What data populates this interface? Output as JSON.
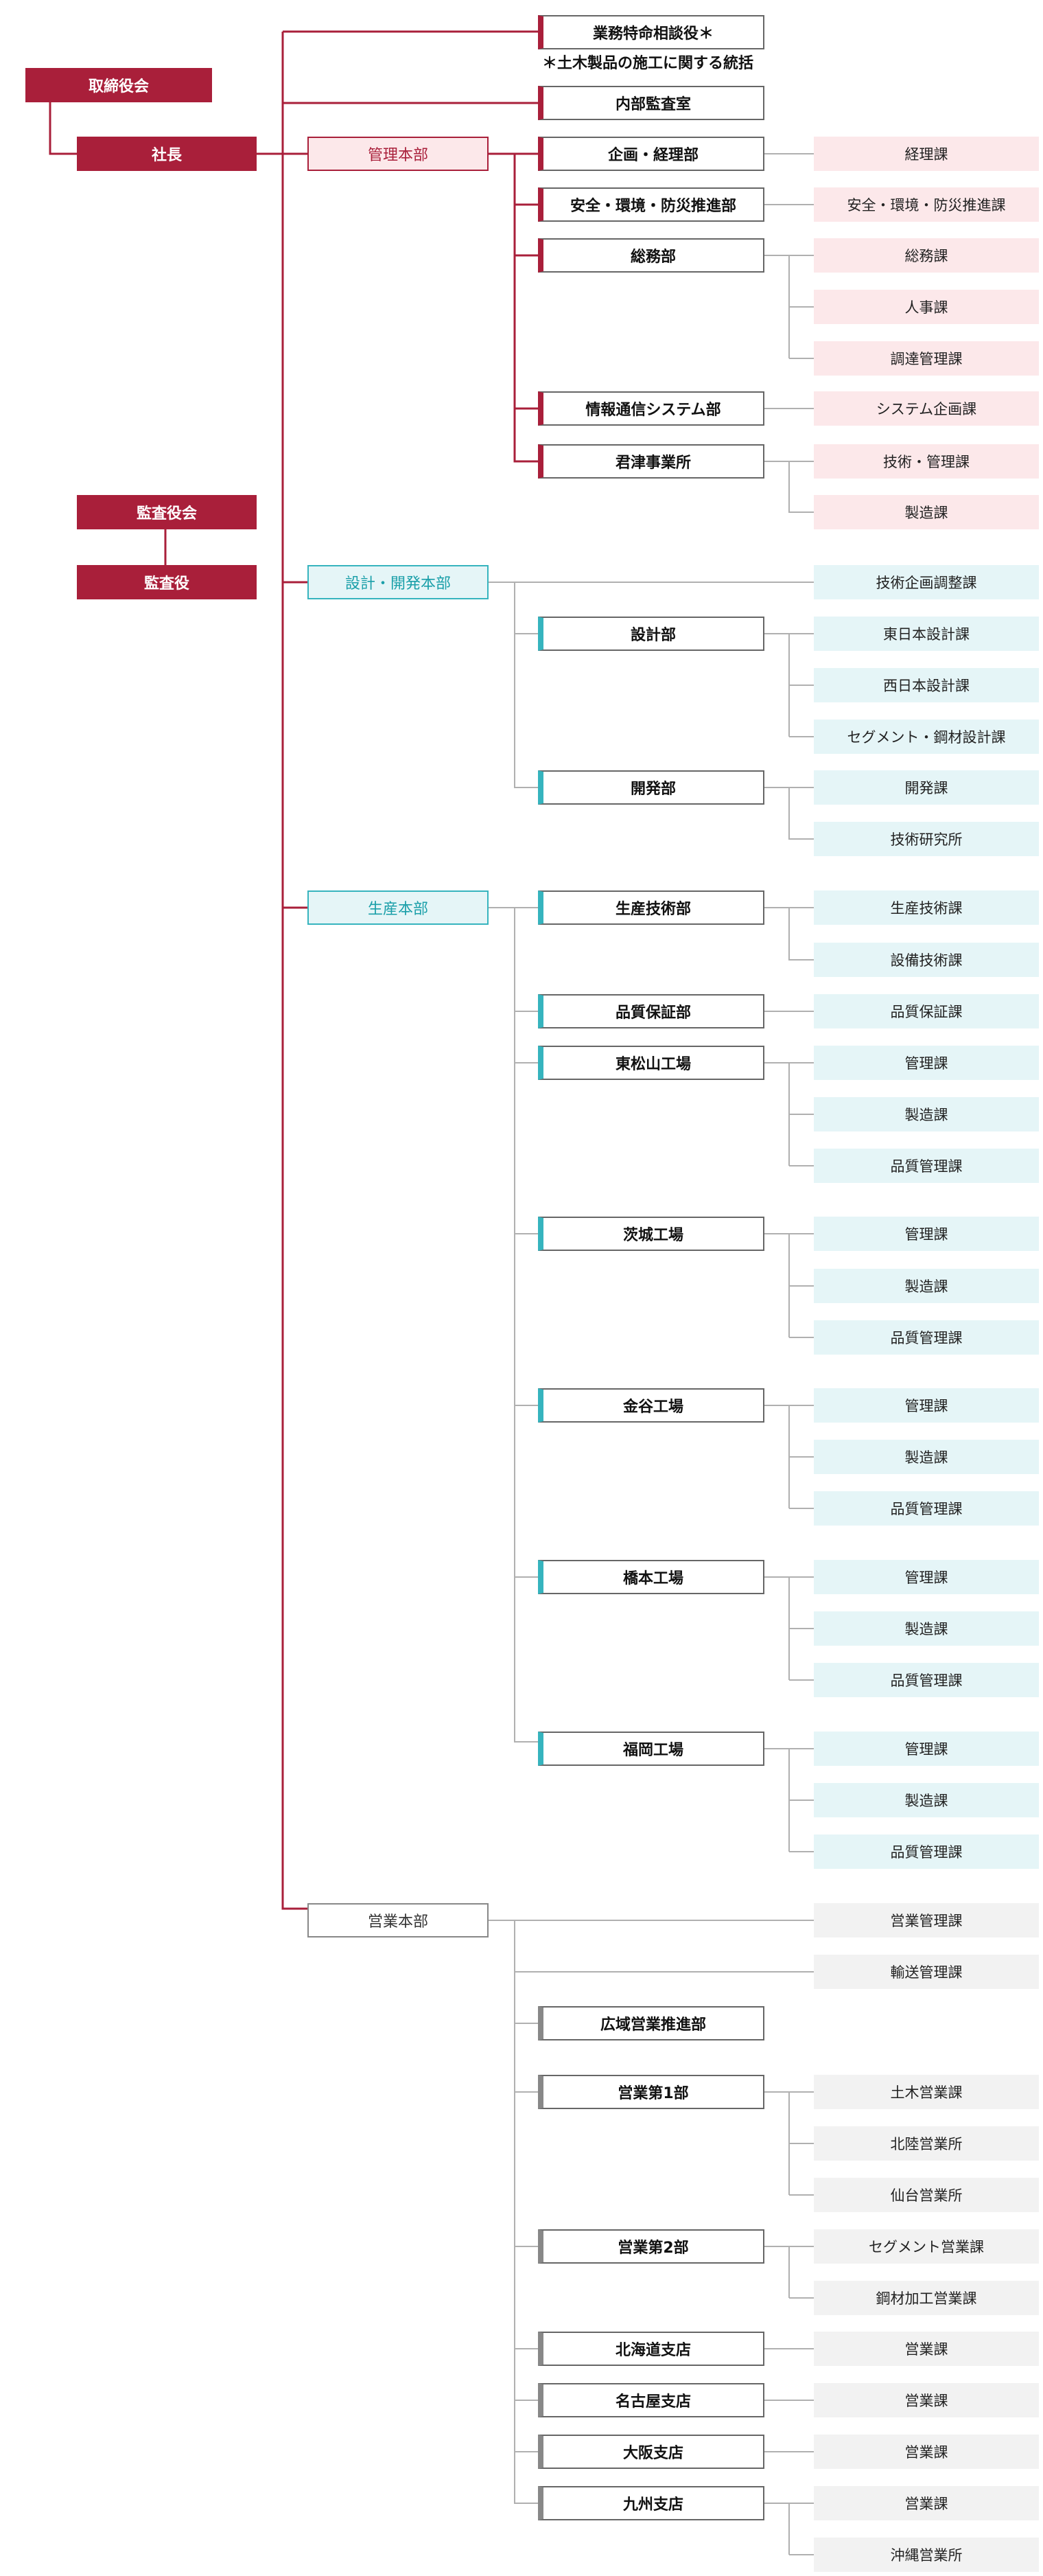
{
  "top": {
    "board": "取締役会",
    "president": "社長",
    "audit_board": "監査役会",
    "auditor": "監査役"
  },
  "special": {
    "advisor": "業務特命相談役＊",
    "advisor_note": "＊土木製品の施工に関する統括",
    "internal_audit": "内部監査室"
  },
  "hq_admin": {
    "name": "管理本部",
    "planning": {
      "name": "企画・経理部",
      "sections": [
        "経理課"
      ]
    },
    "safety": {
      "name": "安全・環境・防災推進部",
      "sections": [
        "安全・環境・防災推進課"
      ]
    },
    "general": {
      "name": "総務部",
      "sections": [
        "総務課",
        "人事課",
        "調達管理課"
      ]
    },
    "it": {
      "name": "情報通信システム部",
      "sections": [
        "システム企画課"
      ]
    },
    "kimitsu": {
      "name": "君津事業所",
      "sections": [
        "技術・管理課",
        "製造課"
      ]
    }
  },
  "hq_design": {
    "name": "設計・開発本部",
    "direct_sections": [
      "技術企画調整課"
    ],
    "design": {
      "name": "設計部",
      "sections": [
        "東日本設計課",
        "西日本設計課",
        "セグメント・鋼材設計課"
      ]
    },
    "dev": {
      "name": "開発部",
      "sections": [
        "開発課",
        "技術研究所"
      ]
    }
  },
  "hq_production": {
    "name": "生産本部",
    "tech": {
      "name": "生産技術部",
      "sections": [
        "生産技術課",
        "設備技術課"
      ]
    },
    "qa": {
      "name": "品質保証部",
      "sections": [
        "品質保証課"
      ]
    },
    "higashimatsuyama": {
      "name": "東松山工場",
      "sections": [
        "管理課",
        "製造課",
        "品質管理課"
      ]
    },
    "ibaraki": {
      "name": "茨城工場",
      "sections": [
        "管理課",
        "製造課",
        "品質管理課"
      ]
    },
    "kanaya": {
      "name": "金谷工場",
      "sections": [
        "管理課",
        "製造課",
        "品質管理課"
      ]
    },
    "hashimoto": {
      "name": "橋本工場",
      "sections": [
        "管理課",
        "製造課",
        "品質管理課"
      ]
    },
    "fukuoka": {
      "name": "福岡工場",
      "sections": [
        "管理課",
        "製造課",
        "品質管理課"
      ]
    }
  },
  "hq_sales": {
    "name": "営業本部",
    "direct_sections": [
      "営業管理課",
      "輸送管理課"
    ],
    "regional": {
      "name": "広域営業推進部",
      "sections": []
    },
    "sales1": {
      "name": "営業第1部",
      "sections": [
        "土木営業課",
        "北陸営業所",
        "仙台営業所"
      ]
    },
    "sales2": {
      "name": "営業第2部",
      "sections": [
        "セグメント営業課",
        "鋼材加工営業課"
      ]
    },
    "hokkaido": {
      "name": "北海道支店",
      "sections": [
        "営業課"
      ]
    },
    "nagoya": {
      "name": "名古屋支店",
      "sections": [
        "営業課"
      ]
    },
    "osaka": {
      "name": "大阪支店",
      "sections": [
        "営業課"
      ]
    },
    "kyushu": {
      "name": "九州支店",
      "sections": [
        "営業課",
        "沖縄営業所"
      ]
    }
  },
  "colors": {
    "brand_red": "#a91f3a",
    "teal": "#36b4be",
    "pink_fill": "#fce8ea",
    "teal_fill": "#e5f5f7",
    "gray_fill": "#f2f2f2",
    "line_gray": "#b0b0b0"
  }
}
